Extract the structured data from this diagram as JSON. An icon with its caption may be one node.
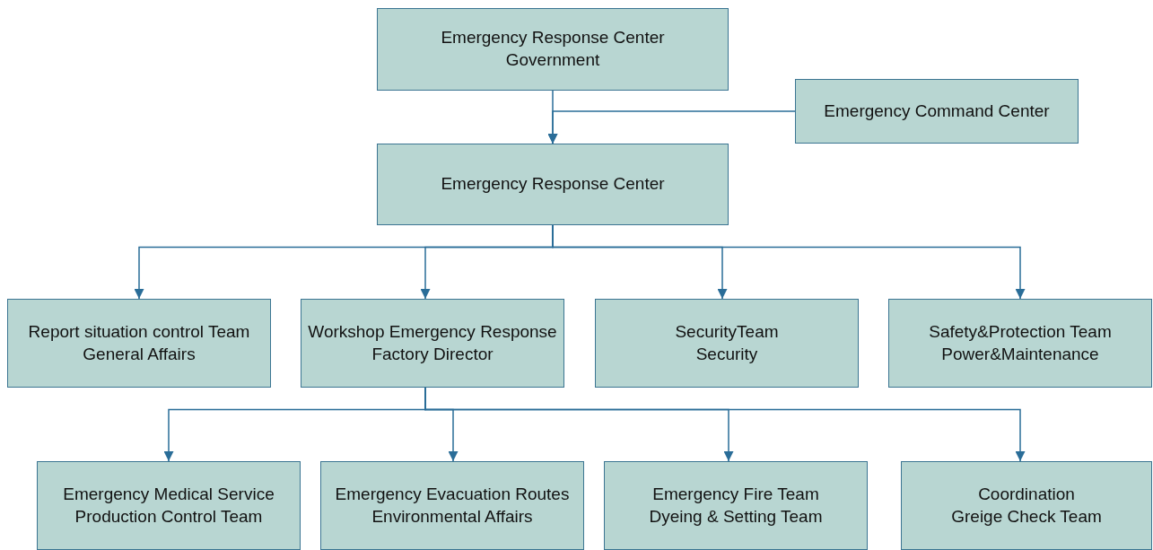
{
  "diagram": {
    "nodes": [
      {
        "text": [
          "Emergency Response Center",
          "Government"
        ]
      },
      {
        "text": [
          "Emergency Command Center"
        ]
      },
      {
        "text": [
          "Emergency Response Center"
        ]
      },
      {
        "text": [
          "Report situation control Team",
          "General Affairs"
        ]
      },
      {
        "text": [
          "Workshop Emergency Response",
          "Factory Director"
        ]
      },
      {
        "text": [
          "SecurityTeam",
          "Security"
        ]
      },
      {
        "text": [
          "Safety&Protection Team",
          "Power&Maintenance"
        ]
      },
      {
        "text": [
          "Emergency Medical Service",
          "Production Control Team"
        ]
      },
      {
        "text": [
          "Emergency Evacuation Routes",
          "Environmental Affairs"
        ]
      },
      {
        "text": [
          "Emergency Fire Team",
          "Dyeing & Setting Team"
        ]
      },
      {
        "text": [
          "Coordination",
          "Greige Check Team"
        ]
      }
    ],
    "edges": [
      {
        "from": 0,
        "to": 2,
        "arrow": "to"
      },
      {
        "from": 1,
        "to": 2,
        "arrow": "to"
      },
      {
        "from": 2,
        "to": 3,
        "arrow": "to"
      },
      {
        "from": 2,
        "to": 4,
        "arrow": "to"
      },
      {
        "from": 2,
        "to": 5,
        "arrow": "to"
      },
      {
        "from": 2,
        "to": 6,
        "arrow": "to"
      },
      {
        "from": 4,
        "to": 7,
        "arrow": "to"
      },
      {
        "from": 4,
        "to": 8,
        "arrow": "to"
      },
      {
        "from": 4,
        "to": 9,
        "arrow": "to"
      },
      {
        "from": 4,
        "to": 10,
        "arrow": "to"
      }
    ]
  }
}
